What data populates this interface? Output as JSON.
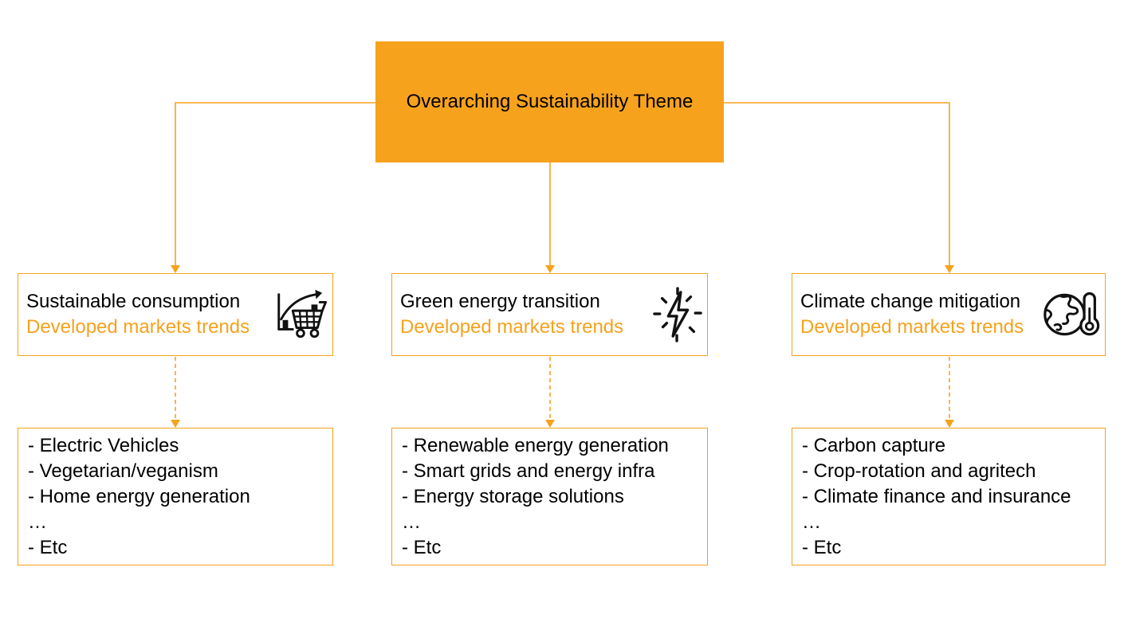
{
  "colors": {
    "accent": "#F6A21C",
    "text": "#000000",
    "background": "#FFFFFF"
  },
  "root": {
    "title": "Overarching Sustainability Theme"
  },
  "branches": [
    {
      "heading": "Sustainable consumption",
      "subheading": "Developed markets trends",
      "icon": "chart-shopping-cart-icon",
      "items": [
        "- Electric Vehicles",
        "- Vegetarian/veganism",
        "- Home energy generation",
        "…",
        "- Etc"
      ]
    },
    {
      "heading": "Green energy transition",
      "subheading": "Developed markets trends",
      "icon": "lightning-spark-icon",
      "items": [
        "- Renewable energy generation",
        "- Smart grids and energy infra",
        "- Energy storage solutions",
        "…",
        "- Etc"
      ]
    },
    {
      "heading": "Climate change mitigation",
      "subheading": "Developed markets trends",
      "icon": "globe-thermometer-icon",
      "items": [
        "- Carbon capture",
        "- Crop-rotation and agritech",
        "- Climate finance and insurance",
        "…",
        "- Etc"
      ]
    }
  ]
}
